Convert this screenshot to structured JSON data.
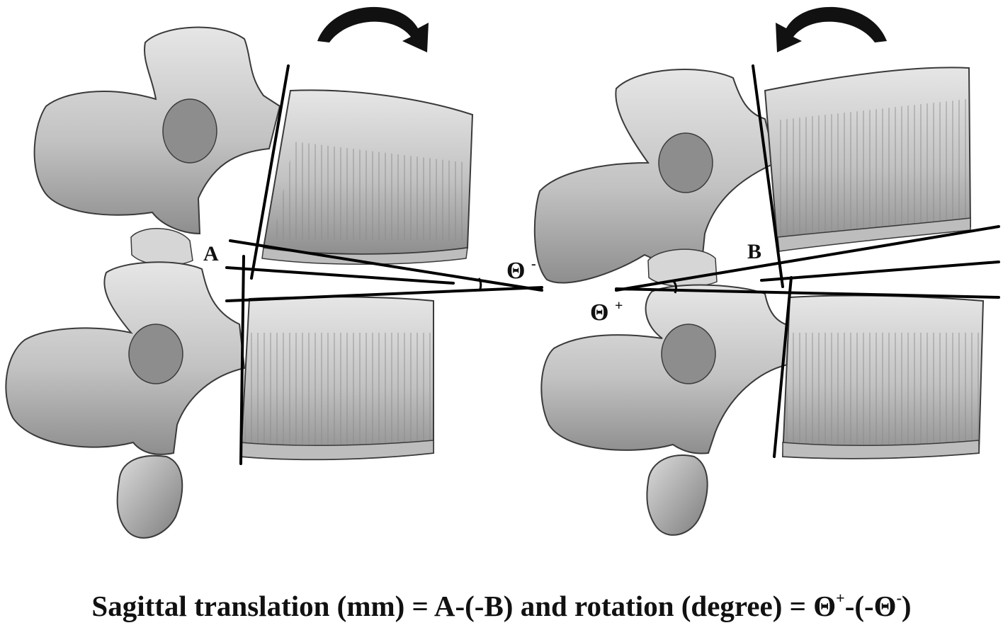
{
  "labels": {
    "point_a": "A",
    "point_b": "B",
    "theta_minus": {
      "base": "Θ",
      "sup": "-"
    },
    "theta_plus": {
      "base": "Θ",
      "sup": "+"
    }
  },
  "caption": {
    "part1": "Sagittal translation (mm) = A-(-B) and rotation (degree) = Θ",
    "sup1": "+",
    "part2": "-(-Θ",
    "sup2": "-",
    "part3": ")"
  },
  "colors": {
    "bone_fill": "#c9c9c9",
    "bone_stroke": "#3a3a3a",
    "line": "#000000",
    "background": "#ffffff"
  },
  "icons": [
    "curved-arrow-flexion-icon",
    "curved-arrow-extension-icon"
  ]
}
